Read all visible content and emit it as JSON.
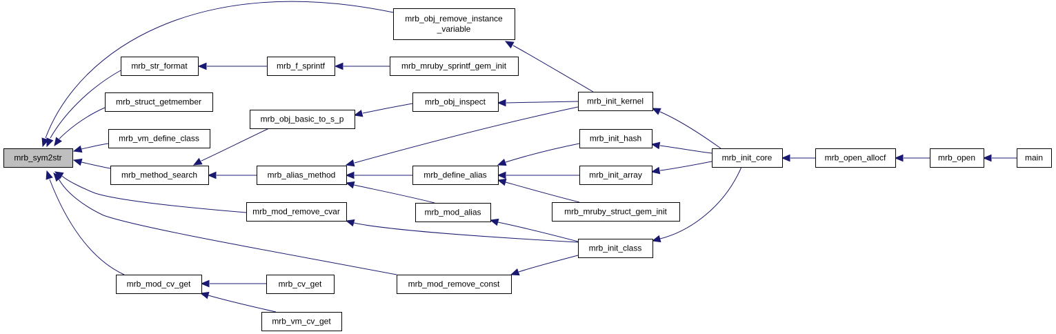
{
  "graph": {
    "root": "sym2str",
    "colors": {
      "edge": "#191970",
      "root_fill": "#bfbfbf",
      "node_fill": "#ffffff",
      "node_border": "#000000"
    },
    "nodes": [
      {
        "id": "sym2str",
        "lines": [
          "mrb_sym2str"
        ]
      },
      {
        "id": "obj_remove_iv",
        "lines": [
          "mrb_obj_remove_instance",
          "_variable"
        ]
      },
      {
        "id": "str_format",
        "lines": [
          "mrb_str_format"
        ]
      },
      {
        "id": "f_sprintf",
        "lines": [
          "mrb_f_sprintf"
        ]
      },
      {
        "id": "sprintf_gem_init",
        "lines": [
          "mrb_mruby_sprintf_gem_init"
        ]
      },
      {
        "id": "struct_getmember",
        "lines": [
          "mrb_struct_getmember"
        ]
      },
      {
        "id": "vm_define_class",
        "lines": [
          "mrb_vm_define_class"
        ]
      },
      {
        "id": "method_search",
        "lines": [
          "mrb_method_search"
        ]
      },
      {
        "id": "obj_basic_to_s_p",
        "lines": [
          "mrb_obj_basic_to_s_p"
        ]
      },
      {
        "id": "obj_inspect",
        "lines": [
          "mrb_obj_inspect"
        ]
      },
      {
        "id": "init_kernel",
        "lines": [
          "mrb_init_kernel"
        ]
      },
      {
        "id": "alias_method",
        "lines": [
          "mrb_alias_method"
        ]
      },
      {
        "id": "define_alias",
        "lines": [
          "mrb_define_alias"
        ]
      },
      {
        "id": "init_hash",
        "lines": [
          "mrb_init_hash"
        ]
      },
      {
        "id": "init_array",
        "lines": [
          "mrb_init_array"
        ]
      },
      {
        "id": "struct_gem_init",
        "lines": [
          "mrb_mruby_struct_gem_init"
        ]
      },
      {
        "id": "mod_alias",
        "lines": [
          "mrb_mod_alias"
        ]
      },
      {
        "id": "mod_remove_cvar",
        "lines": [
          "mrb_mod_remove_cvar"
        ]
      },
      {
        "id": "init_class",
        "lines": [
          "mrb_init_class"
        ]
      },
      {
        "id": "mod_remove_const",
        "lines": [
          "mrb_mod_remove_const"
        ]
      },
      {
        "id": "mod_cv_get",
        "lines": [
          "mrb_mod_cv_get"
        ]
      },
      {
        "id": "cv_get",
        "lines": [
          "mrb_cv_get"
        ]
      },
      {
        "id": "vm_cv_get",
        "lines": [
          "mrb_vm_cv_get"
        ]
      },
      {
        "id": "init_core",
        "lines": [
          "mrb_init_core"
        ]
      },
      {
        "id": "open_allocf",
        "lines": [
          "mrb_open_allocf"
        ]
      },
      {
        "id": "open",
        "lines": [
          "mrb_open"
        ]
      },
      {
        "id": "main",
        "lines": [
          "main"
        ]
      }
    ],
    "edges": [
      {
        "from": "obj_remove_iv",
        "to": "sym2str"
      },
      {
        "from": "str_format",
        "to": "sym2str"
      },
      {
        "from": "struct_getmember",
        "to": "sym2str"
      },
      {
        "from": "vm_define_class",
        "to": "sym2str"
      },
      {
        "from": "method_search",
        "to": "sym2str"
      },
      {
        "from": "mod_remove_cvar",
        "to": "sym2str"
      },
      {
        "from": "mod_remove_const",
        "to": "sym2str"
      },
      {
        "from": "mod_cv_get",
        "to": "sym2str"
      },
      {
        "from": "init_kernel",
        "to": "obj_remove_iv"
      },
      {
        "from": "f_sprintf",
        "to": "str_format"
      },
      {
        "from": "sprintf_gem_init",
        "to": "f_sprintf"
      },
      {
        "from": "obj_basic_to_s_p",
        "to": "method_search"
      },
      {
        "from": "alias_method",
        "to": "method_search"
      },
      {
        "from": "obj_inspect",
        "to": "obj_basic_to_s_p"
      },
      {
        "from": "init_kernel",
        "to": "obj_inspect"
      },
      {
        "from": "init_kernel",
        "to": "alias_method"
      },
      {
        "from": "define_alias",
        "to": "alias_method"
      },
      {
        "from": "mod_alias",
        "to": "alias_method"
      },
      {
        "from": "init_hash",
        "to": "define_alias"
      },
      {
        "from": "init_array",
        "to": "define_alias"
      },
      {
        "from": "struct_gem_init",
        "to": "define_alias"
      },
      {
        "from": "init_class",
        "to": "mod_alias"
      },
      {
        "from": "init_class",
        "to": "mod_remove_cvar"
      },
      {
        "from": "init_class",
        "to": "mod_remove_const"
      },
      {
        "from": "cv_get",
        "to": "mod_cv_get"
      },
      {
        "from": "vm_cv_get",
        "to": "mod_cv_get"
      },
      {
        "from": "init_core",
        "to": "init_kernel"
      },
      {
        "from": "init_core",
        "to": "init_hash"
      },
      {
        "from": "init_core",
        "to": "init_array"
      },
      {
        "from": "init_core",
        "to": "init_class"
      },
      {
        "from": "open_allocf",
        "to": "init_core"
      },
      {
        "from": "open",
        "to": "open_allocf"
      },
      {
        "from": "main",
        "to": "open"
      }
    ]
  }
}
